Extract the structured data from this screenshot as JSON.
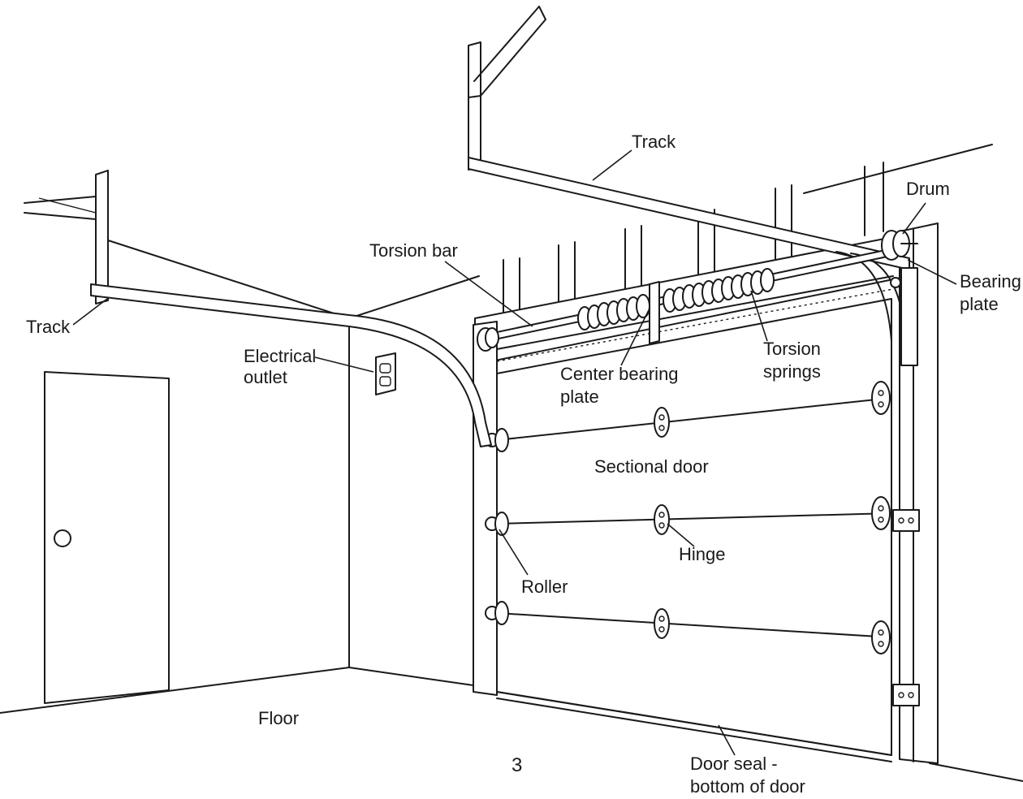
{
  "labels": {
    "track_right": "Track",
    "track_left": "Track",
    "drum": "Drum",
    "torsion_bar": "Torsion bar",
    "bearing_plate": [
      "Bearing",
      "plate"
    ],
    "electrical_outlet": [
      "Electrical",
      "outlet"
    ],
    "center_bearing_plate": [
      "Center bearing",
      "plate"
    ],
    "torsion_springs": [
      "Torsion",
      "springs"
    ],
    "sectional_door": "Sectional door",
    "hinge": "Hinge",
    "roller": "Roller",
    "floor": "Floor",
    "door_seal": [
      "Door seal -",
      "bottom of door"
    ]
  },
  "page_number": "3"
}
